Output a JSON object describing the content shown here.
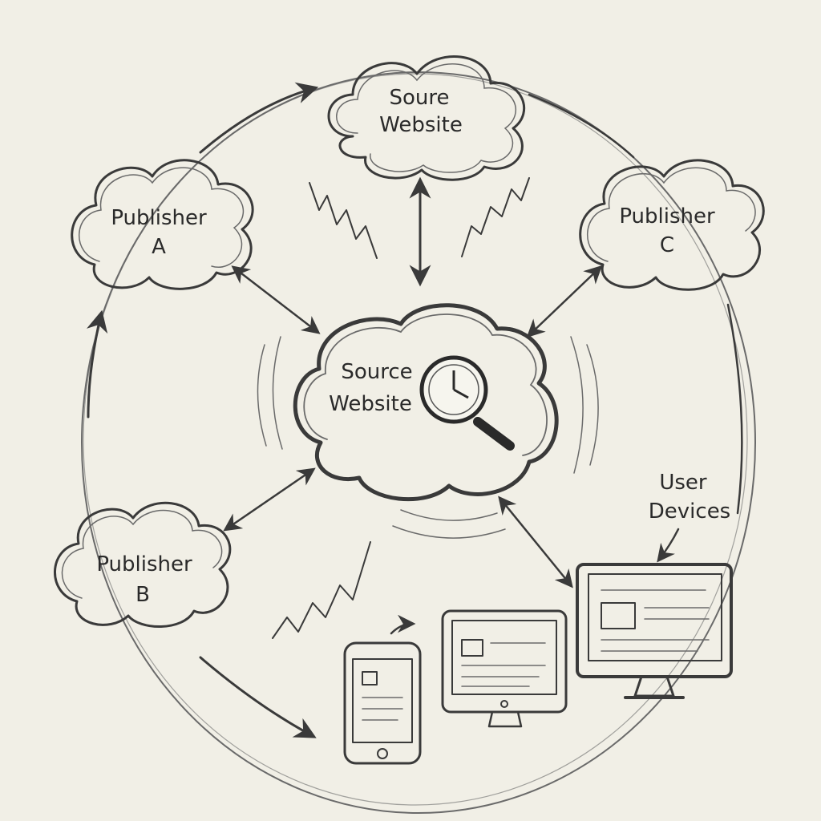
{
  "nodes": {
    "top": {
      "line1": "Soure",
      "line2": "Website"
    },
    "center": {
      "line1": "Source",
      "line2": "Website"
    },
    "publisher_a": {
      "line1": "Publisher",
      "line2": "A"
    },
    "publisher_b": {
      "line1": "Publisher",
      "line2": "B"
    },
    "publisher_c": {
      "line1": "Publisher",
      "line2": "C"
    },
    "user_devices": {
      "line1": "User",
      "line2": "Devices"
    }
  },
  "colors": {
    "ink": "#3a3a3a",
    "paper": "#f1efe6"
  }
}
